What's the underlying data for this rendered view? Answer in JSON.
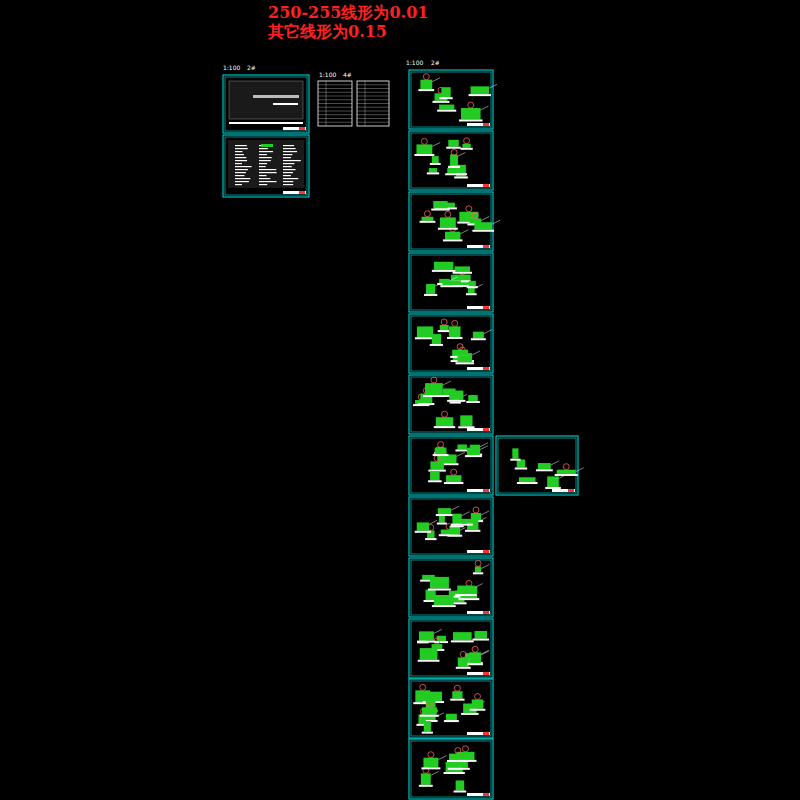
{
  "diagram": {
    "labels": [
      "250-255线形为0.01",
      "其它线形为0.15",
      "1:100",
      "2#",
      "1:100",
      "4#",
      "1:100",
      "2#"
    ]
  }
}
